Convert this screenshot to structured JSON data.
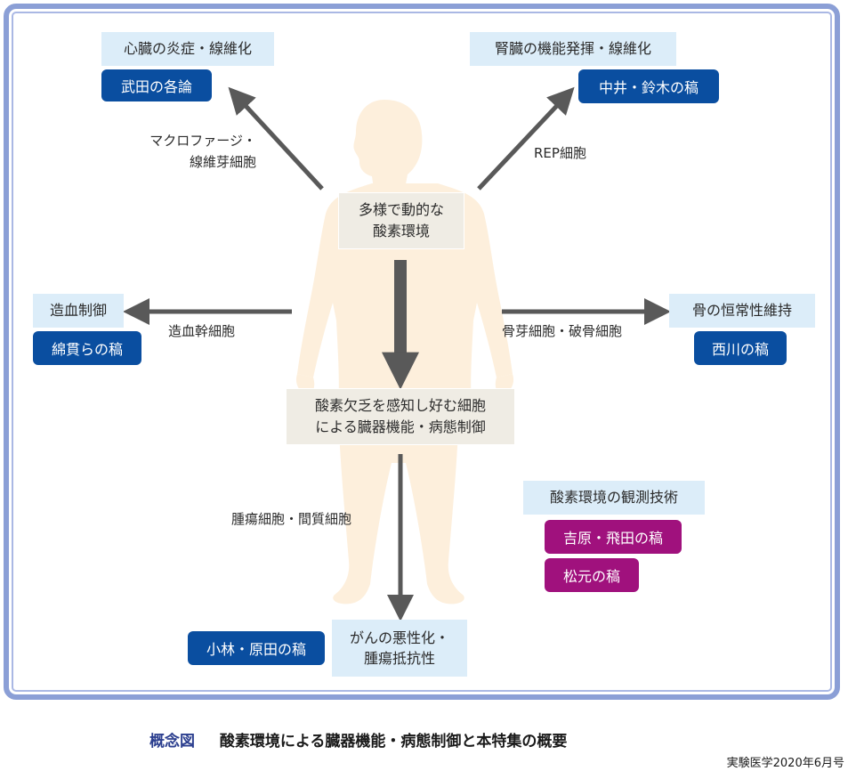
{
  "colors": {
    "frame": "#8b9fd6",
    "label_bg": "#dcedf9",
    "center_box_bg": "#efece4",
    "author_blue": "#0a4ea0",
    "author_purple": "#a0117d",
    "arrow": "#595959",
    "body_silhouette": "#fdefdc",
    "caption_accent": "#2c3f8f"
  },
  "center": {
    "top_box": [
      "多様で動的な",
      "酸素環境"
    ],
    "middle_box": [
      "酸素欠乏を感知し好む細胞",
      "による臓器機能・病態制御"
    ]
  },
  "branches": {
    "heart": {
      "topic": "心臓の炎症・線維化",
      "author": "武田の各論",
      "cells": [
        "マクロファージ・",
        "線維芽細胞"
      ]
    },
    "kidney": {
      "topic": "腎臓の機能発揮・線維化",
      "author": "中井・鈴木の稿",
      "cells": "REP細胞"
    },
    "blood": {
      "topic": "造血制御",
      "author": "綿貫らの稿",
      "cells": "造血幹細胞"
    },
    "bone": {
      "topic": "骨の恒常性維持",
      "author": "西川の稿",
      "cells": "骨芽細胞・破骨細胞"
    },
    "cancer": {
      "topic": [
        "がんの悪性化・",
        "腫瘍抵抗性"
      ],
      "author": "小林・原田の稿",
      "cells": "腫瘍細胞・間質細胞"
    },
    "measurement": {
      "topic": "酸素環境の観測技術",
      "authors": [
        "吉原・飛田の稿",
        "松元の稿"
      ]
    }
  },
  "caption": {
    "figure_label": "概念図",
    "title": "酸素環境による臓器機能・病態制御と本特集の概要",
    "source": "実験医学2020年6月号"
  }
}
